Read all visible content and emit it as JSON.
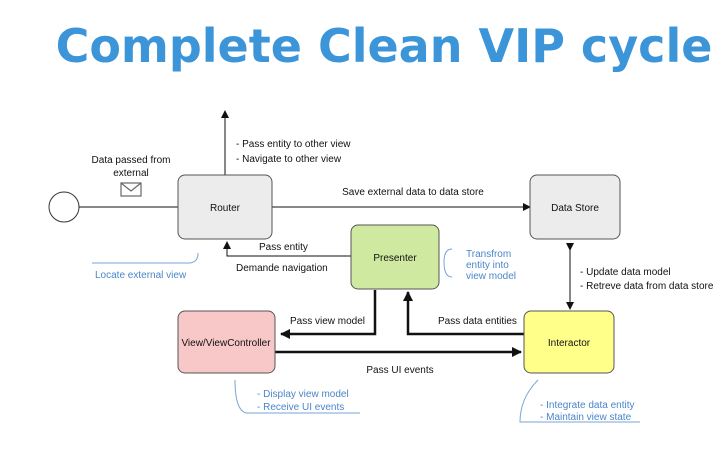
{
  "title": "Complete Clean VIP cycle",
  "colors": {
    "title": "#3b95d8",
    "note": "#4a86c8",
    "router_fill": "#ececec",
    "datastore_fill": "#ececec",
    "presenter_fill": "#cfeaa0",
    "view_fill": "#f8c8c8",
    "interactor_fill": "#ffff8a"
  },
  "nodes": {
    "router": "Router",
    "data_store": "Data Store",
    "presenter": "Presenter",
    "view_controller": "View/ViewController",
    "interactor": "Interactor"
  },
  "edges": {
    "data_passed_1": "Data passed from",
    "data_passed_2": "external",
    "router_out_1": "- Pass entity to other view",
    "router_out_2": "- Navigate to other view",
    "save_external": "Save external data to data store",
    "pass_entity": "Pass entity",
    "demand_navigation": "Demande navigation",
    "pass_view_model": "Pass view model",
    "pass_data_entities": "Pass data entities",
    "pass_ui_events": "Pass UI events",
    "update_data_model": "- Update data model",
    "retrieve_data": "- Retreve data from data store"
  },
  "notes": {
    "router": "Locate external view",
    "presenter_1": "Transfrom",
    "presenter_2": "entity into",
    "presenter_3": "view model",
    "view_1": "- Display view model",
    "view_2": "- Receive UI events",
    "interactor_1": "- Integrate data entity",
    "interactor_2": "- Maintain view state"
  },
  "icons": {
    "envelope": "envelope-icon",
    "start": "start-node-circle"
  }
}
